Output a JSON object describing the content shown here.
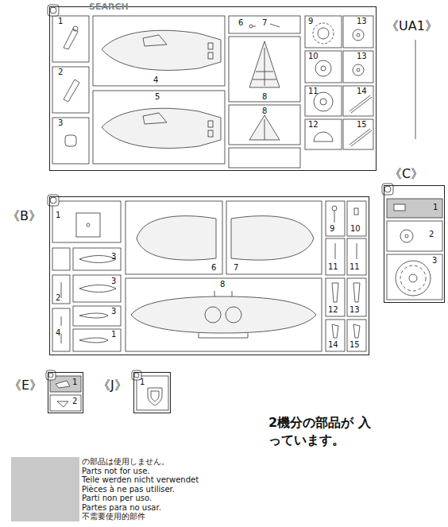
{
  "diagram": {
    "nodes": [
      {
        "text": [
          "《UA1》"
        ]
      },
      {
        "text": [
          "《B》"
        ]
      },
      {
        "text": [
          "《C》"
        ]
      },
      {
        "text": [
          "《E》"
        ]
      },
      {
        "text": [
          "《J》"
        ]
      }
    ],
    "labels": [
      "SEARCH",
      "1",
      "2",
      "3",
      "4",
      "5",
      "6",
      "7",
      "8",
      "8",
      "9",
      "10",
      "11",
      "12",
      "13",
      "13",
      "14",
      "15",
      "1",
      "2",
      "3",
      "3",
      "3",
      "4",
      "1",
      "6",
      "7",
      "8",
      "9",
      "10",
      "11",
      "11",
      "12",
      "13",
      "14",
      "15",
      "1",
      "2",
      "3",
      "1",
      "2",
      "1",
      "2機分の部品が 入っています。"
    ],
    "legend": [
      {
        "text": "の部品は使用しません。",
        "color": "#c8c8c8"
      },
      {
        "text": "Parts not for use.",
        "color": "#c8c8c8"
      },
      {
        "text": "Teile werden nicht verwendet",
        "color": "#c8c8c8"
      },
      {
        "text": "Pièces à ne pas utiliser.",
        "color": "#c8c8c8"
      },
      {
        "text": "Parti non per uso.",
        "color": "#c8c8c8"
      },
      {
        "text": "Partes para no usar.",
        "color": "#c8c8c8"
      },
      {
        "text": "不需要使用的部件",
        "color": "#c8c8c8"
      }
    ]
  }
}
